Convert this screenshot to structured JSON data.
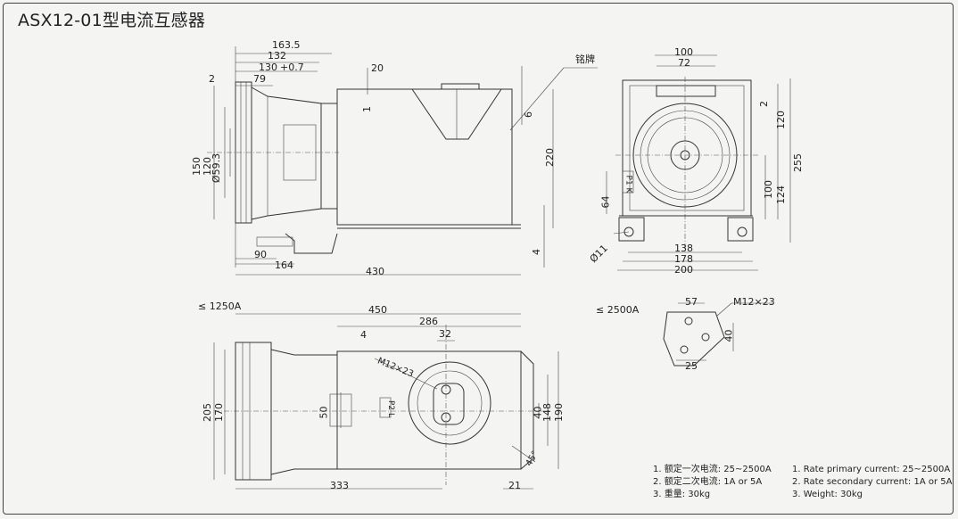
{
  "title": "ASX12-01型电流互感器",
  "nameplate_label": "铭牌",
  "side_view": {
    "dims": [
      "163.5",
      "132",
      "130",
      "+0.7",
      "79",
      "2",
      "20",
      "1",
      "6",
      "220",
      "150",
      "120",
      "Ø59.3",
      "90",
      "164",
      "430",
      "4"
    ]
  },
  "end_view": {
    "dims": [
      "100",
      "72",
      "2",
      "120",
      "255",
      "100",
      "124",
      "64",
      "Ø11",
      "138",
      "178",
      "200"
    ],
    "terminal": "P1 K"
  },
  "top_view": {
    "heading": "≤ 1250A",
    "dims": [
      "450",
      "286",
      "4",
      "32",
      "M12×23",
      "205",
      "170",
      "50",
      "40",
      "148",
      "190",
      "333",
      "21",
      "45°"
    ],
    "terminal": "P2 L"
  },
  "bus_detail": {
    "heading": "≤ 2500A",
    "dims": [
      "57",
      "M12×23",
      "40",
      "25"
    ]
  },
  "notes_cn": [
    "1. 额定一次电流: 25~2500A",
    "2. 额定二次电流: 1A or 5A",
    "3. 重量: 30kg"
  ],
  "notes_en": [
    "1. Rate primary current: 25~2500A",
    "2. Rate secondary current: 1A or 5A",
    "3. Weight: 30kg"
  ]
}
